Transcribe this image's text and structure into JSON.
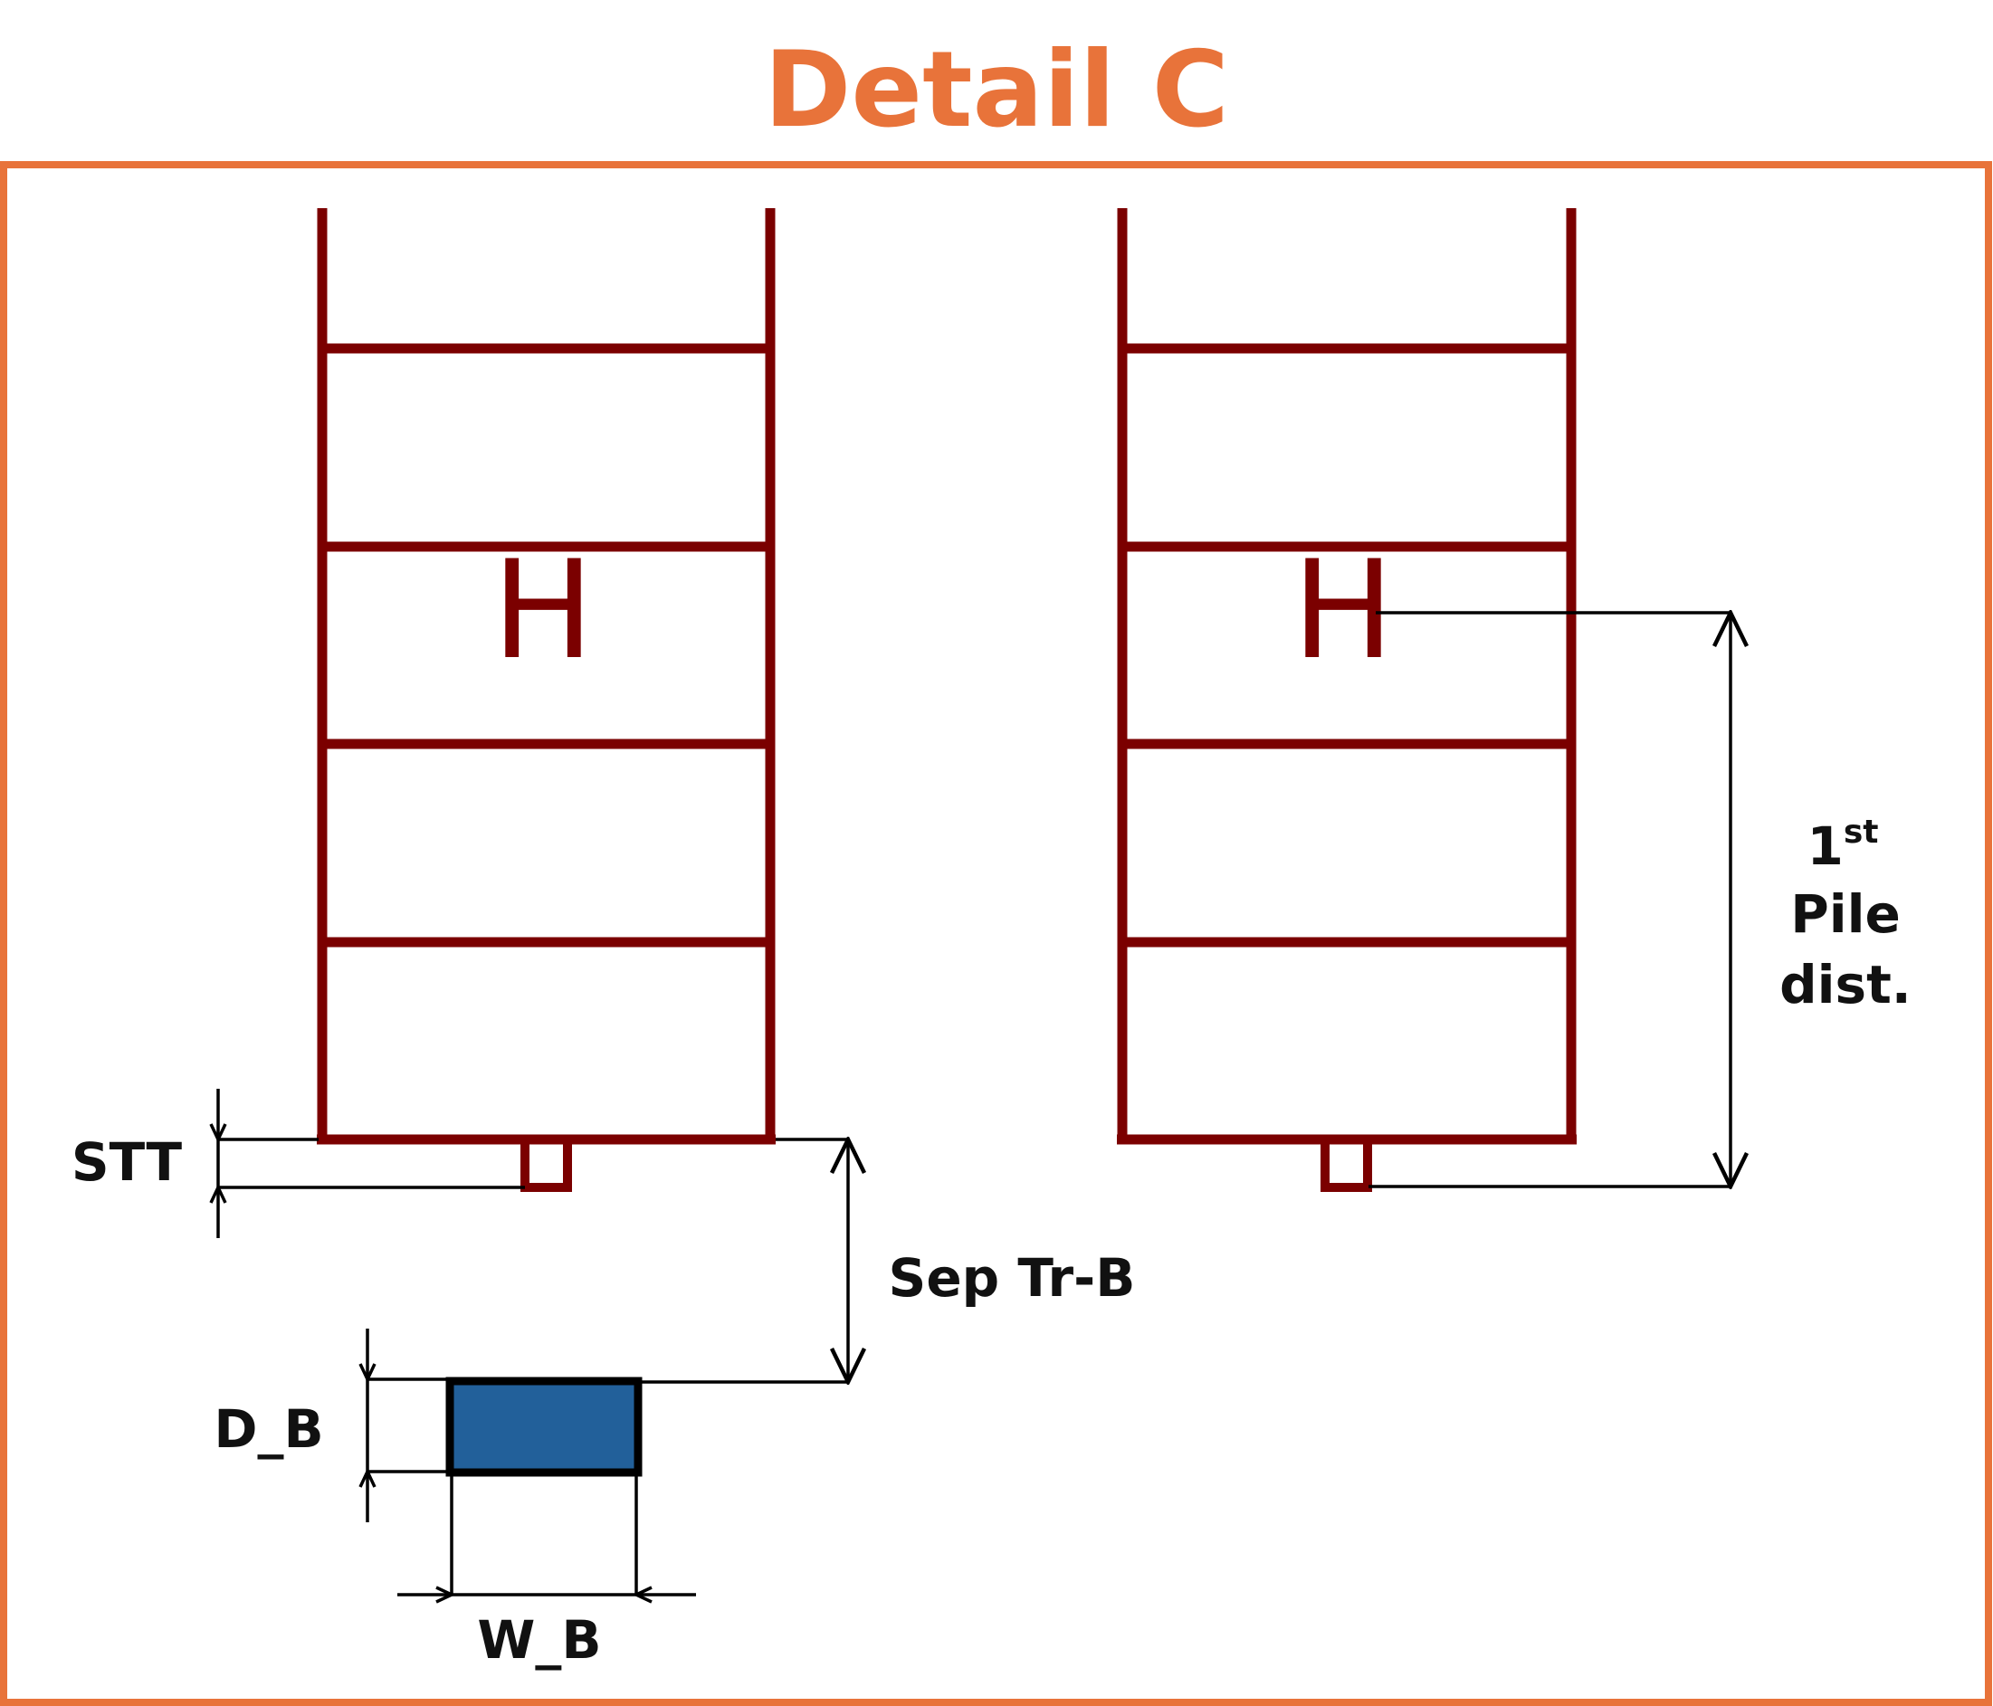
{
  "title": "Detail C",
  "colors": {
    "accent": "#E8733A",
    "pile": "#7B0000",
    "dimension": "#000000",
    "beam_fill": "#22609A",
    "background": "#FFFFFF"
  },
  "labels": {
    "h_left": "H",
    "h_right": "H",
    "stt": "STT",
    "sep_tr_b": "Sep Tr-B",
    "d_b": "D_B",
    "w_b": "W_B",
    "pile_dist_num": "1",
    "pile_dist_sup": "st",
    "pile_dist_line2": "Pile",
    "pile_dist_line3": "dist."
  }
}
